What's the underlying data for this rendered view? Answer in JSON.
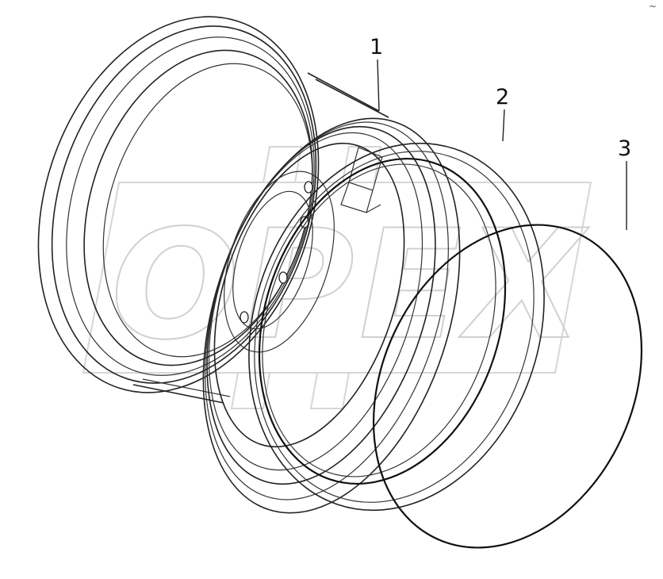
{
  "watermark": {
    "text": "OPEX"
  },
  "callouts": [
    {
      "number": "1"
    },
    {
      "number": "2"
    },
    {
      "number": "3"
    }
  ],
  "corner_mark": "~"
}
